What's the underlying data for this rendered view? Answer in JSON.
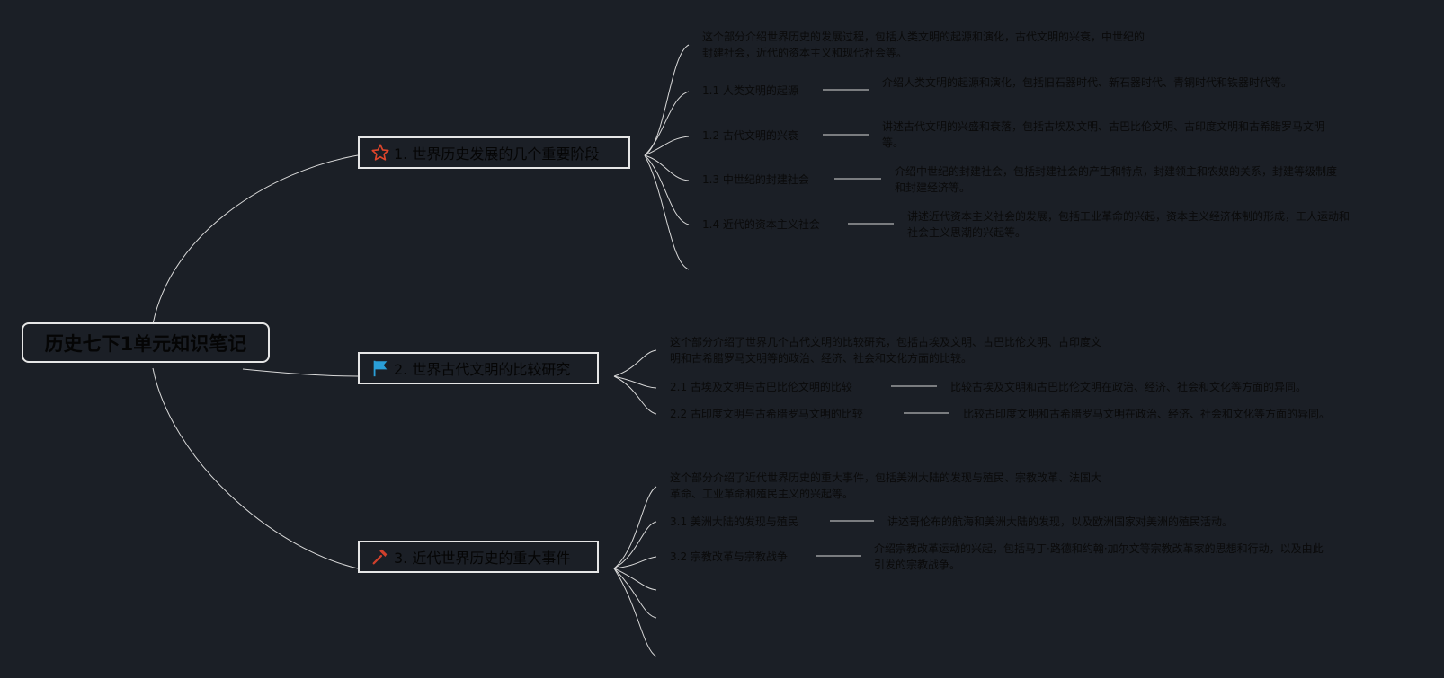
{
  "root": {
    "title": "历史七下1单元知识笔记"
  },
  "branches": [
    {
      "title": "1. 世界历史发展的几个重要阶段",
      "icon": "star-icon",
      "icon_color": "#e0452b",
      "note": "这个部分介绍世界历史的发展过程，包括人类文明的起源和演化，古代文明的兴衰，中世纪的封建社会，近代的资本主义和现代社会等。",
      "subtopics": [
        {
          "label": "1.1 人类文明的起源",
          "desc": "介绍人类文明的起源和演化，包括旧石器时代、新石器时代、青铜时代和铁器时代等。"
        },
        {
          "label": "1.2 古代文明的兴衰",
          "desc": "讲述古代文明的兴盛和衰落，包括古埃及文明、古巴比伦文明、古印度文明和古希腊罗马文明等。"
        },
        {
          "label": "1.3 中世纪的封建社会",
          "desc": "介绍中世纪的封建社会，包括封建社会的产生和特点，封建领主和农奴的关系，封建等级制度和封建经济等。"
        },
        {
          "label": "1.4 近代的资本主义社会",
          "desc": "讲述近代资本主义社会的发展，包括工业革命的兴起，资本主义经济体制的形成，工人运动和社会主义思潮的兴起等。"
        }
      ]
    },
    {
      "title": "2. 世界古代文明的比较研究",
      "icon": "flag-icon",
      "icon_color": "#2a9fd8",
      "note": "这个部分介绍了世界几个古代文明的比较研究，包括古埃及文明、古巴比伦文明、古印度文明和古希腊罗马文明等的政治、经济、社会和文化方面的比较。",
      "subtopics": [
        {
          "label": "2.1 古埃及文明与古巴比伦文明的比较",
          "desc": "比较古埃及文明和古巴比伦文明在政治、经济、社会和文化等方面的异同。"
        },
        {
          "label": "2.2 古印度文明与古希腊罗马文明的比较",
          "desc": "比较古印度文明和古希腊罗马文明在政治、经济、社会和文化等方面的异同。"
        }
      ]
    },
    {
      "title": "3. 近代世界历史的重大事件",
      "icon": "hammer-icon",
      "icon_color": "#d0402c",
      "note": "这个部分介绍了近代世界历史的重大事件，包括美洲大陆的发现与殖民、宗教改革、法国大革命、工业革命和殖民主义的兴起等。",
      "subtopics": [
        {
          "label": "3.1 美洲大陆的发现与殖民",
          "desc": "讲述哥伦布的航海和美洲大陆的发现，以及欧洲国家对美洲的殖民活动。"
        },
        {
          "label": "3.2 宗教改革与宗教战争",
          "desc": "介绍宗教改革运动的兴起，包括马丁·路德和约翰·加尔文等宗教改革家的思想和行动，以及由此引发的宗教战争。"
        }
      ]
    }
  ]
}
